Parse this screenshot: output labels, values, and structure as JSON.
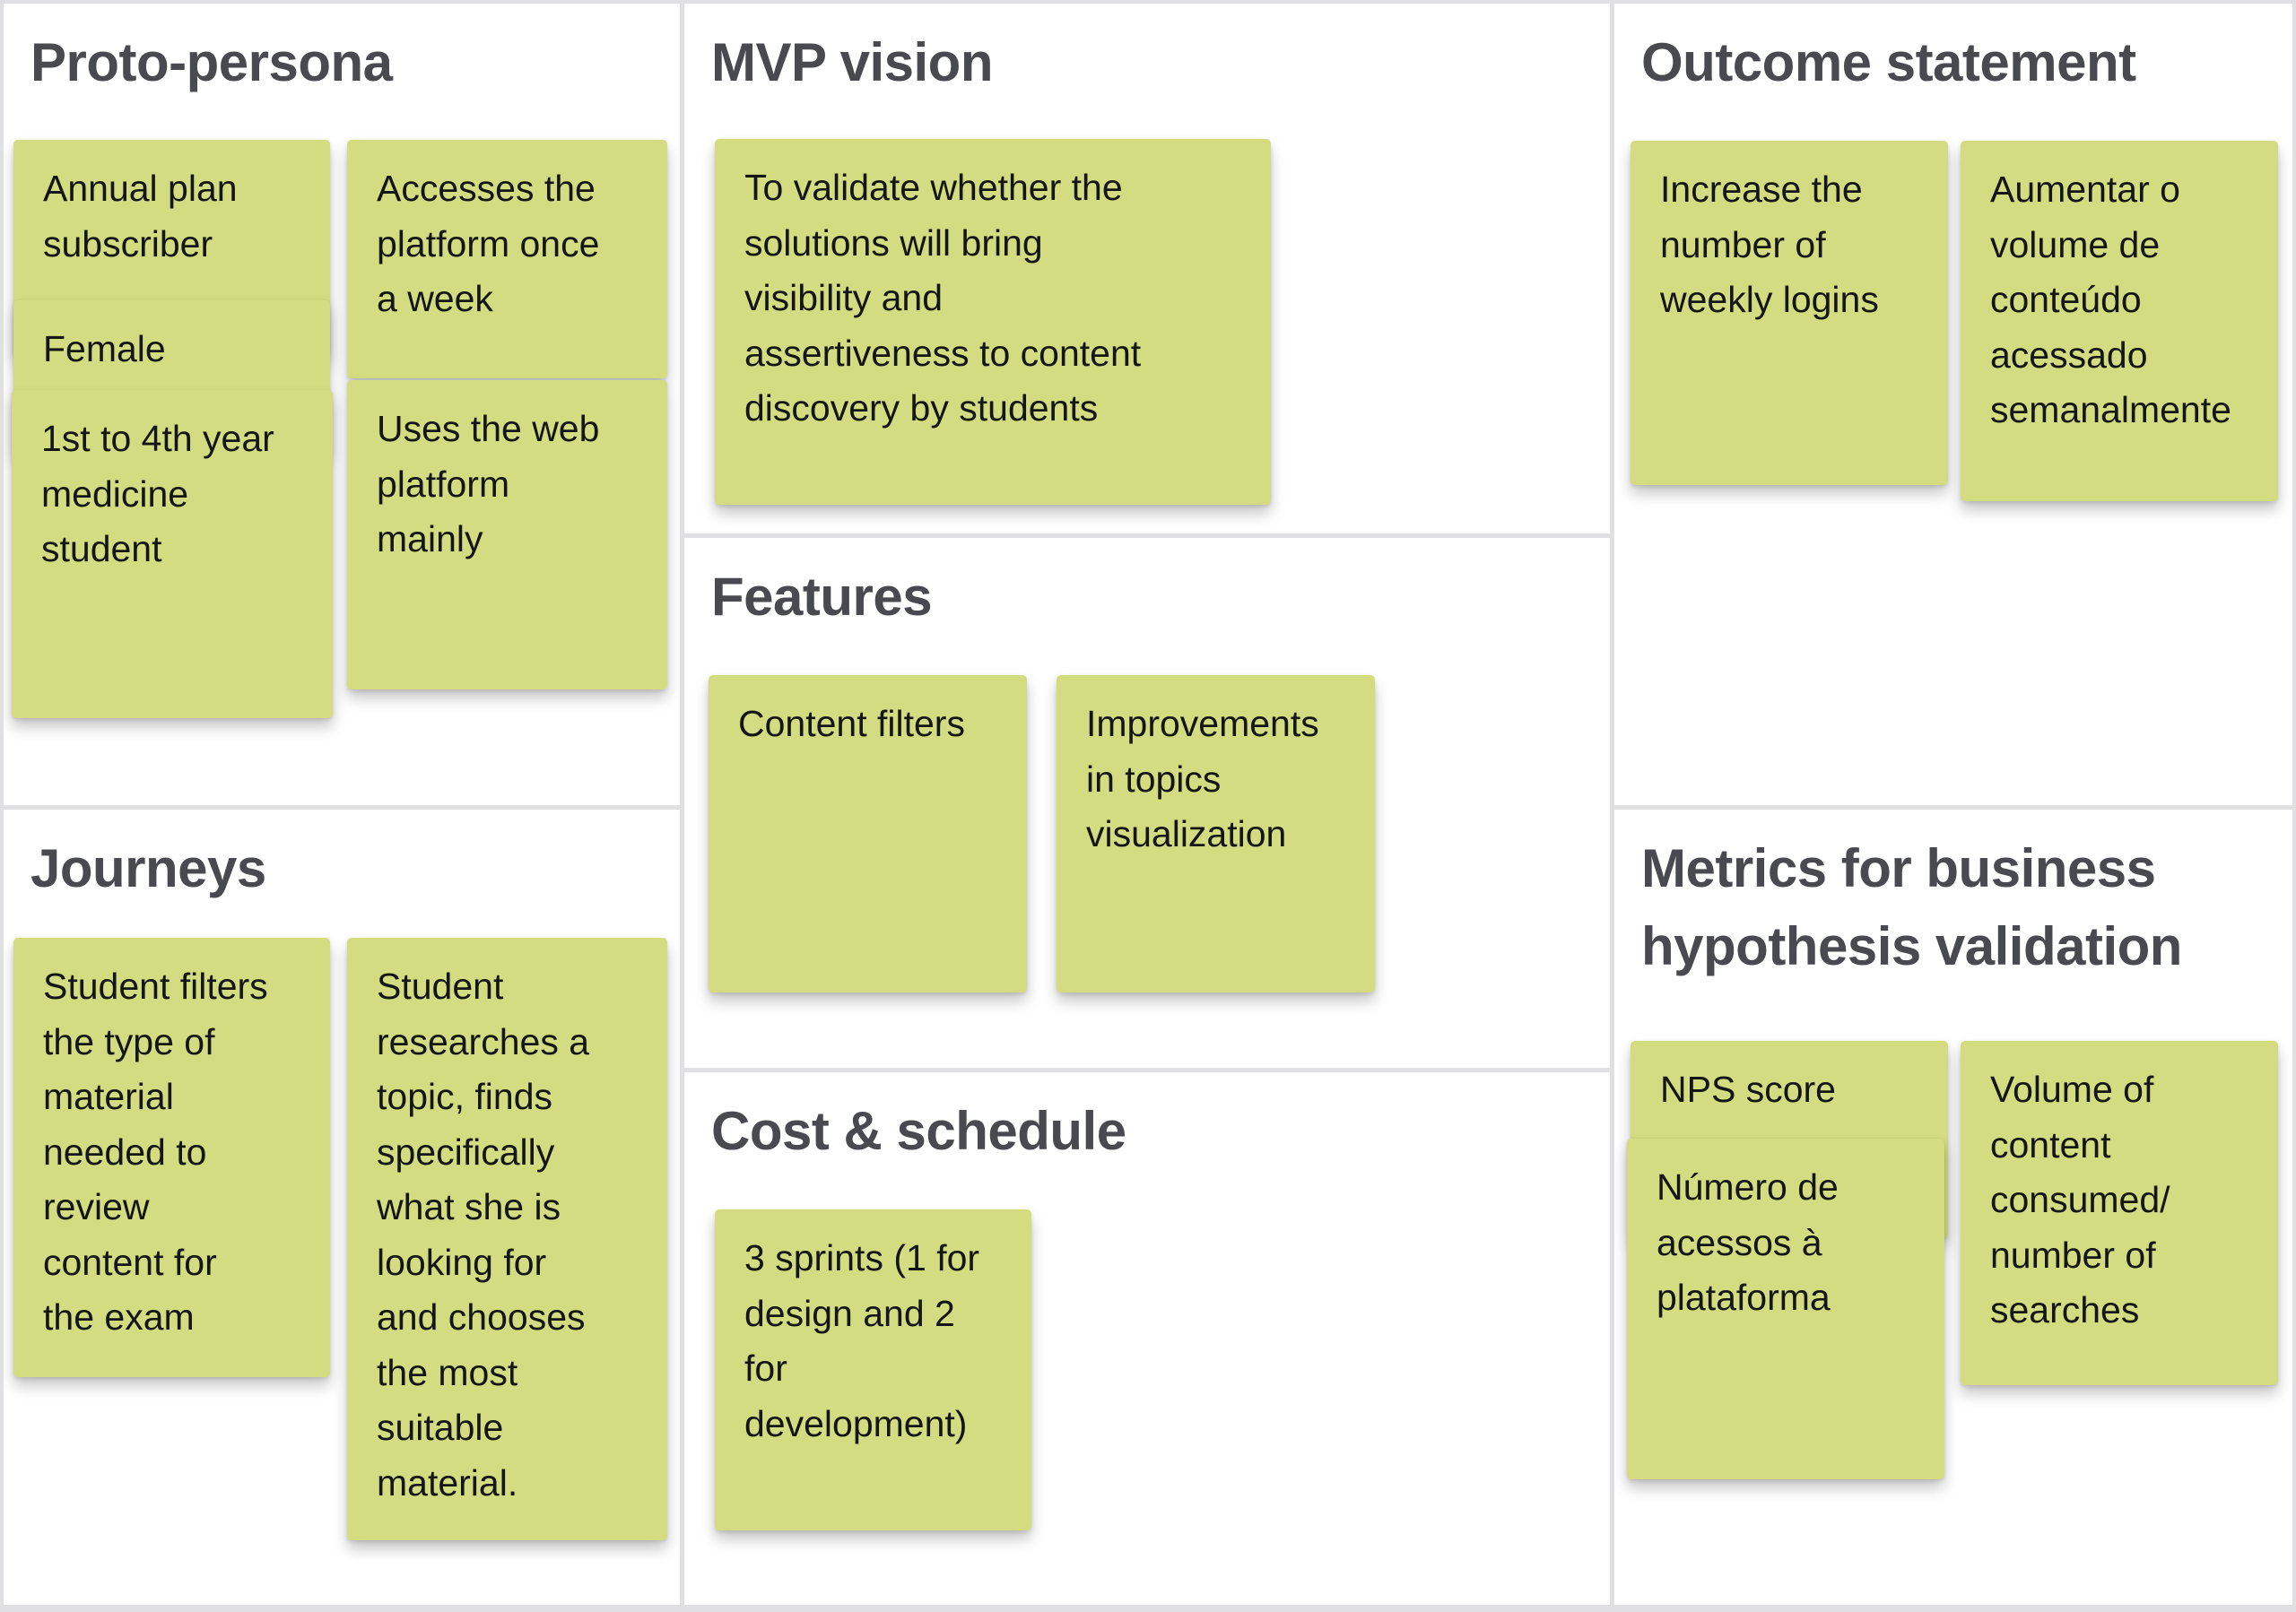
{
  "board": {
    "name": "Lean inception canvas",
    "background_color": "#e0e0e2",
    "panel_color": "#ffffff",
    "sticky_color": "#d3dc80",
    "title_color": "#494a4f",
    "note_text_color": "#151515"
  },
  "sections": [
    {
      "title": "Proto-persona",
      "notes": [
        "Annual plan\nsubscriber",
        "Female",
        "1st to 4th year\nmedicine\nstudent",
        "Accesses the\nplatform once\na week",
        "Uses the web\nplatform\nmainly"
      ]
    },
    {
      "title": "MVP vision",
      "notes": [
        "To validate whether the\nsolutions will bring\nvisibility and\nassertiveness to content\ndiscovery by students"
      ]
    },
    {
      "title": "Outcome statement",
      "notes": [
        "Increase the\nnumber of\nweekly logins",
        "Aumentar o\nvolume de\nconteúdo\nacessado\nsemanalmente"
      ]
    },
    {
      "title": "Journeys",
      "notes": [
        "Student filters\nthe type of\nmaterial\nneeded to\nreview\ncontent for\nthe exam",
        "Student\nresearches a\ntopic, finds\nspecifically\nwhat she is\nlooking for\nand chooses\nthe most\nsuitable\nmaterial."
      ]
    },
    {
      "title": "Features",
      "notes": [
        "Content filters",
        "Improvements\nin topics\nvisualization"
      ]
    },
    {
      "title": "Cost & schedule",
      "notes": [
        "3 sprints (1 for\ndesign and 2\nfor\ndevelopment)"
      ]
    },
    {
      "title": "Metrics for business\nhypothesis validation",
      "notes": [
        "NPS score",
        "Número de\nacessos à\nplataforma",
        "Volume of\ncontent\nconsumed/\nnumber of\nsearches"
      ]
    }
  ]
}
